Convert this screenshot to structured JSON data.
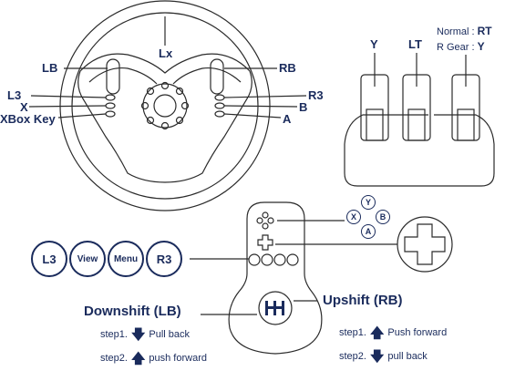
{
  "colors": {
    "ink": "#1a2b5c",
    "line": "#2b2b2b"
  },
  "wheel": {
    "labels": {
      "lx": "Lx",
      "lb": "LB",
      "rb": "RB",
      "l3": "L3",
      "x": "X",
      "xbox_key": "XBox Key",
      "r3": "R3",
      "b": "B",
      "a": "A"
    }
  },
  "pedals": {
    "left": "Y",
    "middle": "LT",
    "normal_label": "Normal :",
    "normal_value": "RT",
    "rgear_label": "R Gear :",
    "rgear_value": "Y"
  },
  "console": {
    "buttons": [
      "L3",
      "View",
      "Menu",
      "R3"
    ],
    "face_buttons": {
      "y": "Y",
      "x": "X",
      "b": "B",
      "a": "A"
    },
    "dpad_icon": "dpad-icon",
    "shifter_icon": "shifter-icon"
  },
  "shift": {
    "downshift": {
      "title": "Downshift (LB)",
      "step1_label": "step1.",
      "step1_text": "Pull back",
      "step2_label": "step2.",
      "step2_text": "push forward"
    },
    "upshift": {
      "title": "Upshift (RB)",
      "step1_label": "step1.",
      "step1_text": "Push forward",
      "step2_label": "step2.",
      "step2_text": "pull back"
    }
  }
}
